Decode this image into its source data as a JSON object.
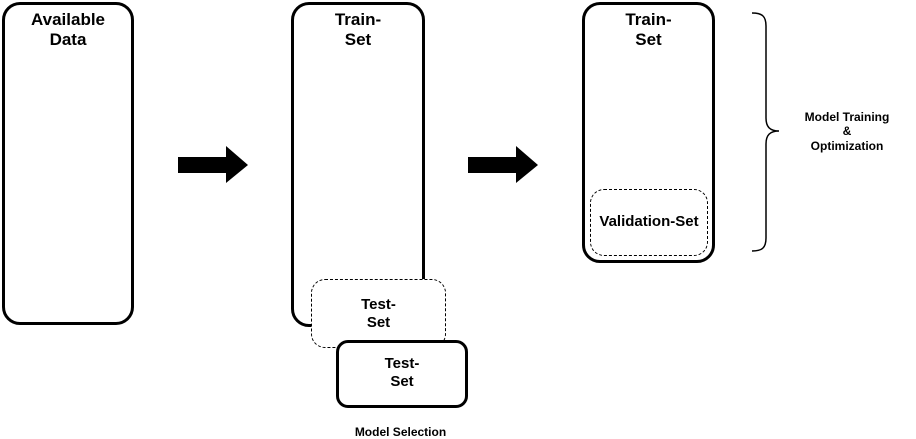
{
  "available": {
    "line1": "Available",
    "line2": "Data"
  },
  "train_set_1": {
    "line1": "Train-",
    "line2": "Set"
  },
  "test_set_dashed": {
    "line1": "Test-",
    "line2": "Set"
  },
  "test_set_solid": {
    "line1": "Test-",
    "line2": "Set"
  },
  "model_selection": "Model Selection",
  "train_set_2": {
    "line1": "Train-",
    "line2": "Set"
  },
  "validation_set": "Validation-Set",
  "model_training": {
    "line1": "Model Training",
    "line2": "&",
    "line3": "Optimization"
  }
}
